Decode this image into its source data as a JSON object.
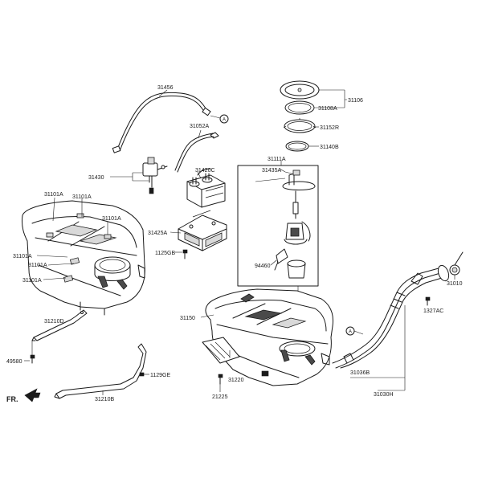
{
  "diagram": {
    "labels": {
      "p31456": "31456",
      "p31052A": "31052A",
      "p31430": "31430",
      "p31420C": "31420C",
      "p31425A": "31425A",
      "p1125GB": "1125GB",
      "p31106": "31106",
      "p31108A": "31108A",
      "p31152R": "31152R",
      "p31140B": "31140B",
      "p31111A": "31111A",
      "p31435A": "31435A",
      "p94460": "94460",
      "p31101A_1": "31101A",
      "p31101A_2": "31101A",
      "p31101A_3": "31101A",
      "p31101A_4": "31101A",
      "p31101A_5": "31101A",
      "p31101A_6": "31101A",
      "p31210D": "31210D",
      "p49580": "49580",
      "p1129GE": "1129GE",
      "p31210B": "31210B",
      "p31150": "31150",
      "p31220": "31220",
      "p21225": "21225",
      "p31010": "31010",
      "p1327AC": "1327AC",
      "p31036B": "31036B",
      "p31030H": "31030H"
    },
    "callout_letter": "A",
    "direction_label": "FR."
  }
}
